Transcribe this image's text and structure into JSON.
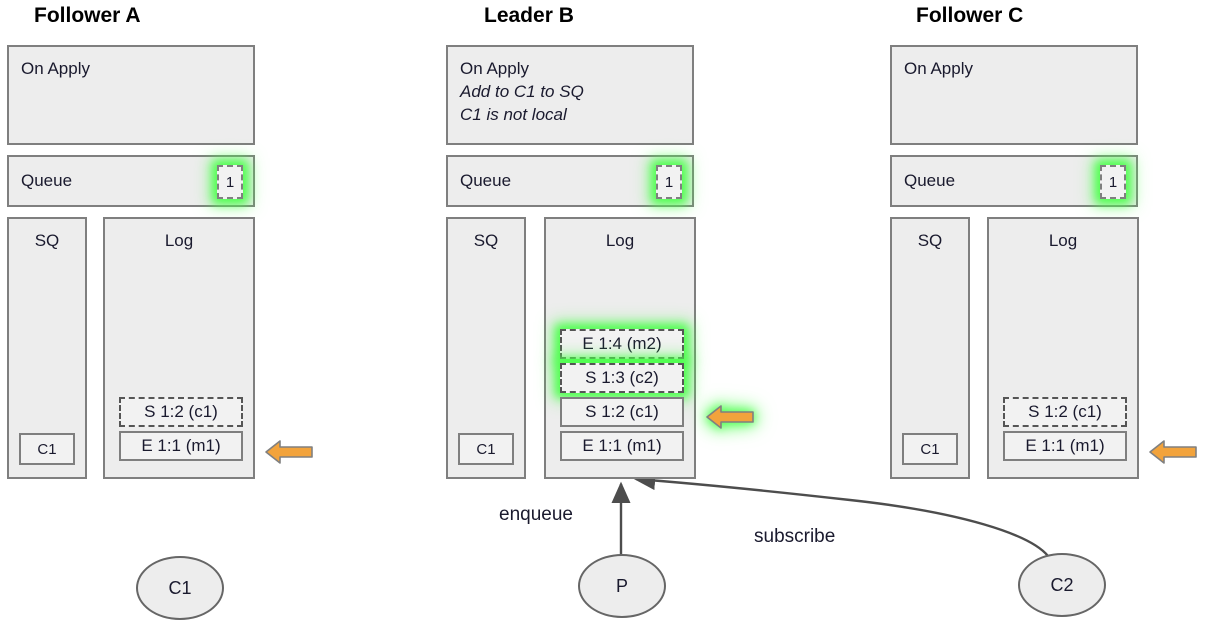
{
  "diagram": {
    "title_follower_a": "Follower A",
    "title_leader_b": "Leader B",
    "title_follower_c": "Follower C",
    "on_apply_label": "On Apply",
    "queue_label": "Queue",
    "sq_label": "SQ",
    "log_label": "Log",
    "queue_count": "1",
    "leader_on_apply_line2": "Add to C1 to SQ",
    "leader_on_apply_line3": "C1 is not local",
    "sq_item_c1": "C1",
    "entry_e11": "E 1:1 (m1)",
    "entry_s12": "S 1:2 (c1)",
    "entry_s13": "S 1:3 (c2)",
    "entry_e14": "E 1:4 (m2)",
    "client_c1": "C1",
    "client_c2": "C2",
    "producer_p": "P",
    "label_enqueue": "enqueue",
    "label_subscribe": "subscribe"
  },
  "colors": {
    "panel_fill": "#ededed",
    "panel_border": "#7f7f7f",
    "entry_fill": "#f2f2f2",
    "arrow_orange": "#f0a martial",
    "arrow_orange_fill": "#f2a councils",
    "glow_green": "#4dff4d",
    "connector_gray": "#4d4d4d",
    "text": "#1a1a2e"
  }
}
